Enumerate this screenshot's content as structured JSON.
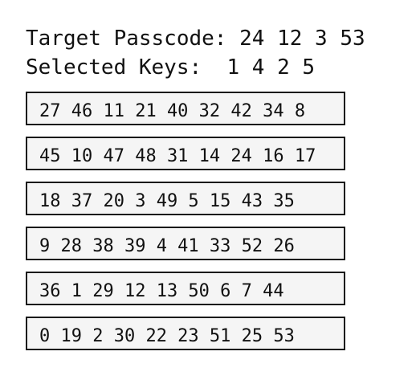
{
  "header": {
    "target_label": "Target Passcode:",
    "target_value": "24 12 3 53",
    "selected_label": "Selected Keys:",
    "selected_value": "1 4 2 5"
  },
  "key_rows": [
    "27 46 11 21 40 32 42 34 8",
    "45 10 47 48 31 14 24 16 17",
    "18 37 20 3 49 5 15 43 35",
    "9 28 38 39 4 41 33 52 26",
    "36 1 29 12 13 50 6 7 44",
    "0 19 2 30 22 23 51 25 53"
  ]
}
